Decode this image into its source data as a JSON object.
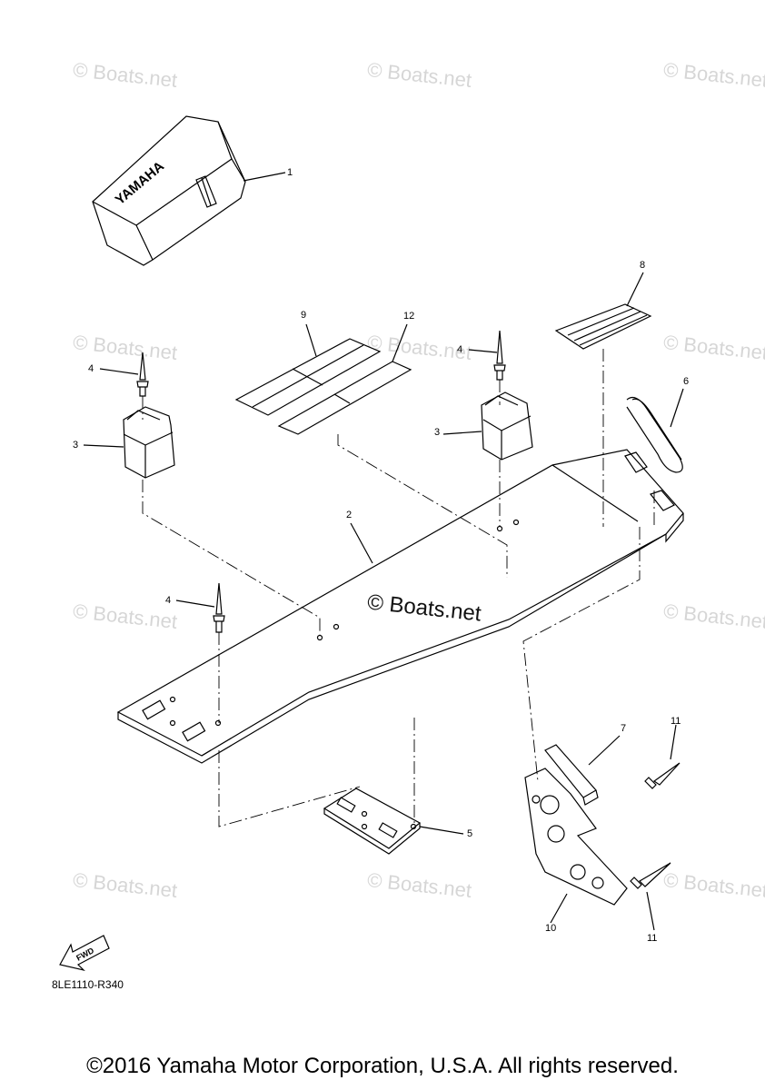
{
  "watermark": "© Boats.net",
  "center_watermark": "© Boats.net",
  "callouts": {
    "c1": "1",
    "c2": "2",
    "c3a": "3",
    "c3b": "3",
    "c4a": "4",
    "c4b": "4",
    "c4c": "4",
    "c5": "5",
    "c6": "6",
    "c7": "7",
    "c8": "8",
    "c9": "9",
    "c10": "10",
    "c11a": "11",
    "c11b": "11",
    "c12": "12"
  },
  "cover_brand": "YAMAHA",
  "fwd_label": "FWD",
  "drawing_code": "8LE1110-R340",
  "copyright": "©2016 Yamaha Motor Corporation, U.S.A. All rights reserved."
}
